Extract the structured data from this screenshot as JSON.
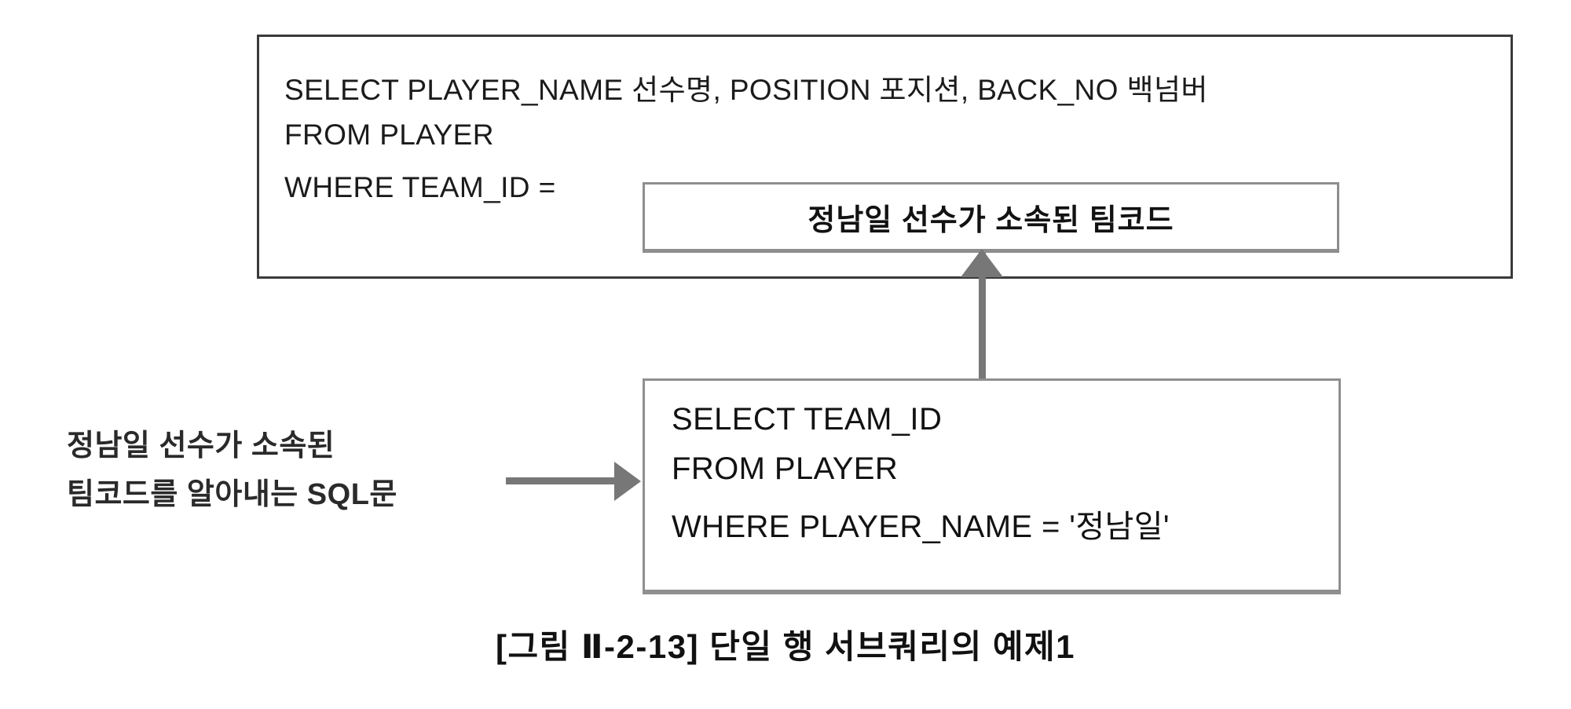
{
  "figure": {
    "caption": "[그림 Ⅱ-2-13] 단일 행 서브쿼리의 예제1",
    "colors": {
      "outer_box_border": "#3a3a3a",
      "inner_box_border": "#8e8e8e",
      "sub_box_border": "#8f8f8f",
      "arrow": "#777777",
      "text": "#121212",
      "background": "#ffffff"
    }
  },
  "main_query": {
    "line1": "SELECT PLAYER_NAME 선수명, POSITION 포지션, BACK_NO 백넘버",
    "line2": "FROM PLAYER",
    "line3": "WHERE TEAM_ID =",
    "placeholder_box_text": "정남일 선수가 소속된 팀코드"
  },
  "sub_query": {
    "line1": "SELECT TEAM_ID",
    "line2": "FROM PLAYER",
    "line3": "WHERE PLAYER_NAME = '정남일'"
  },
  "annotation": {
    "line1": "정남일 선수가 소속된",
    "line2": "팀코드를 알아내는 SQL문"
  },
  "icons": {
    "vertical_arrow": "arrow-up-icon",
    "horizontal_arrow": "arrow-right-icon"
  }
}
